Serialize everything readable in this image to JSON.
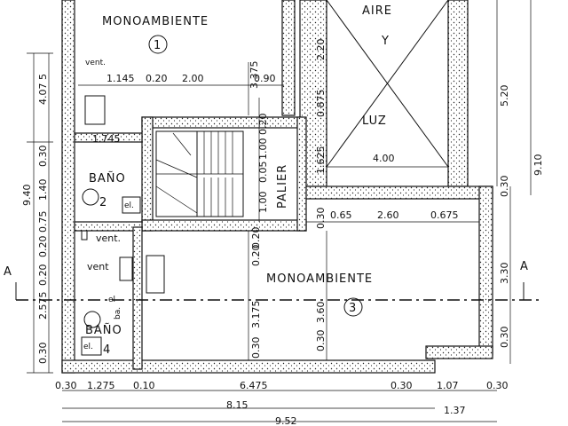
{
  "rooms": {
    "monoambiente_top": "MONOAMBIENTE",
    "num_1": "1",
    "aire_1": "AIRE",
    "aire_2": "Y",
    "aire_3": "LUZ",
    "palier": "PALIER",
    "monoambiente_3": "MONOAMBIENTE",
    "num_3": "3",
    "bano_top": "BAÑO",
    "num_2": "2",
    "bano_bottom": "BAÑO",
    "num_4": "4"
  },
  "labels": {
    "vent_top": "vent.",
    "vent_mid": "vent.",
    "vent_low": "vent",
    "section_left": "A",
    "section_right": "A",
    "el_1": "el.",
    "el_2": "el.",
    "el_3": "el",
    "ba": "ba."
  },
  "dims": {
    "d1145": "1.145",
    "d020a": "0.20",
    "d200": "2.00",
    "d090": "0.90",
    "d3375": "3.375",
    "d1745": "1.745",
    "d220": "2.20",
    "d0875": "0.875",
    "d1625": "1.625",
    "d400": "4.00",
    "d520": "5.20",
    "d910": "9.10",
    "d030r": "0.30",
    "d4075": "4.07 5",
    "d940": "9.40",
    "d140": "1.40",
    "d030l": "0.30",
    "d075": "0.75",
    "d020l": "0.20",
    "d2575": "2.575",
    "d020l2": "0.20",
    "d030l2": "0.30",
    "d065": "0.65",
    "d260": "2.60",
    "d0675": "0.675",
    "d030c": "0.30",
    "d100a": "1.00",
    "d005": "0.05",
    "d100b": "1.00",
    "d020c": "0.20",
    "d3175": "3.175",
    "d030c2": "0.30",
    "d360": "3.60",
    "d030c3": "0.30",
    "d020s": "0.20",
    "d020s2": "0.20",
    "d330": "3.30",
    "d030rr": "0.30",
    "b030a": "0.30",
    "b1275": "1.275",
    "b010": "0.10",
    "b6475": "6.475",
    "b030b": "0.30",
    "b107": "1.07",
    "b030c": "0.30",
    "b815": "8.15",
    "b137": "1.37",
    "b952": "9.52"
  }
}
